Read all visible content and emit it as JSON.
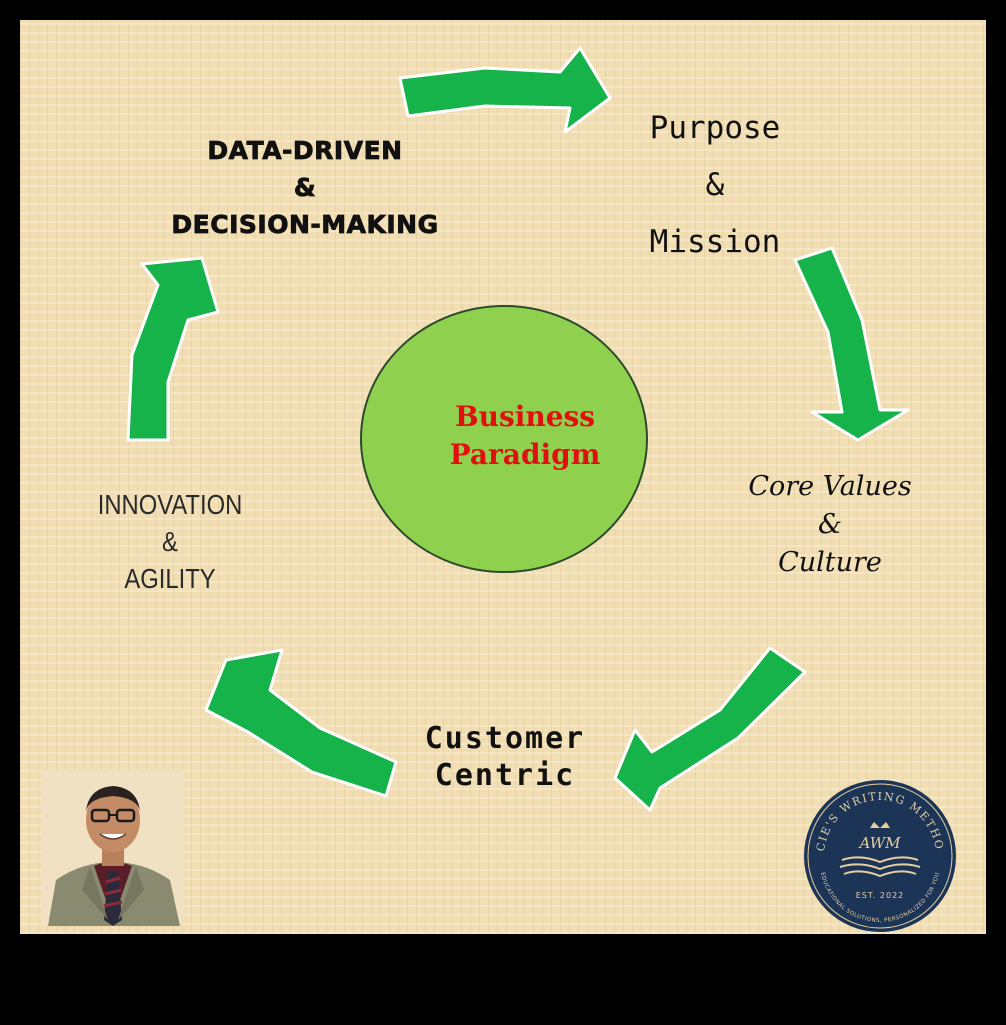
{
  "center": {
    "line1": "Business",
    "line2": "Paradigm"
  },
  "nodes": {
    "data_driven": {
      "line1": "DATA-DRIVEN",
      "line2": "&",
      "line3": "DECISION-MAKING"
    },
    "purpose": {
      "line1": "Purpose",
      "line2": "&",
      "line3": "Mission"
    },
    "core_values": {
      "line1": "Core Values",
      "line2": "&",
      "line3": "Culture"
    },
    "customer": {
      "line1": "Customer",
      "line2": "Centric"
    },
    "innovation": {
      "line1": "INNOVATION",
      "line2": "&",
      "line3": "AGILITY"
    }
  },
  "logo": {
    "text_top": "ACIE'S WRITING METHOD",
    "initials": "AWM",
    "est": "EST. 2022",
    "text_bottom": "EDUCATIONAL SOLUTIONS, PERSONALIZED FOR YOU"
  },
  "colors": {
    "arrow_green": "#16b24a",
    "circle_green": "#8fd14f",
    "center_text": "#e01010",
    "logo_navy": "#1c3557",
    "logo_gold": "#e6cfa0"
  }
}
